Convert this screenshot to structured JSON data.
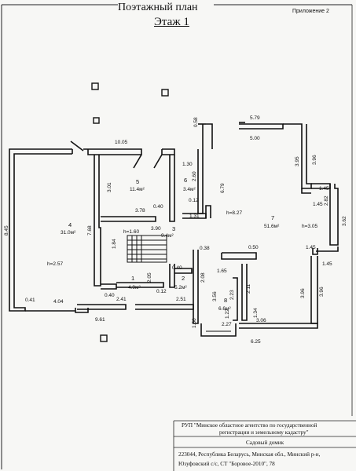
{
  "header": {
    "title": "Поэтажный план",
    "floor": "Этаж 1",
    "appendix": "Приложение 2"
  },
  "rooms": [
    {
      "num": "1",
      "area": "4.9м²"
    },
    {
      "num": "2",
      "area": "5.2м²"
    },
    {
      "num": "3",
      "area": "9.4м²"
    },
    {
      "num": "4",
      "area": "31.0м²",
      "height": "h=2.57"
    },
    {
      "num": "5",
      "area": "11.4м²"
    },
    {
      "num": "6",
      "area": "3.4м²"
    },
    {
      "num": "7",
      "area": "51.6м²",
      "height": "h=8.27"
    },
    {
      "num": "8",
      "area": "6.6м²"
    }
  ],
  "heights": {
    "stair": "h=1.60",
    "bay": "h=3.05"
  },
  "dimensions": {
    "top_left_wall": "10.05",
    "left_outer": "8.45",
    "room4_left": "7.68",
    "room4_bottom_a": "0.41",
    "room4_bottom_b": "4.04",
    "porch_top": "0.40",
    "porch_width": "9.61",
    "room5_left": "3.01",
    "room5_bottom_a": "3.78",
    "room5_bottom_b": "0.40",
    "room6_top": "1.30",
    "room6_side": "2.60",
    "room6_bottom": "1.31",
    "room6_gap": "0.12",
    "corridor_top": "0.58",
    "corridor_len": "6.79",
    "top_opening": "5.79",
    "top_opening_b": "5.00",
    "right_wing_a": "3.95",
    "right_wing_b": "3.96",
    "bay_top": "1.45",
    "bay_top_b": "1.45",
    "bay_side_a": "2.82",
    "bay_side_b": "3.62",
    "bay_bottom": "1.45",
    "bay_bottom_b": "1.45",
    "right_lower_a": "3.96",
    "right_lower_b": "3.96",
    "stair_width": "3.90",
    "stair_side": "1.84",
    "hall_bottom": "0.40",
    "room1_side": "2.05",
    "room1_bottom": "2.41",
    "room2_gap": "0.12",
    "room2_bottom": "2.51",
    "pillar_a": "0.38",
    "pillar_b": "0.50",
    "room8_left_a": "2.08",
    "room8_left_b": "3.56",
    "room8_top": "1.65",
    "room8_mid": "2.23",
    "room8_right": "2.11",
    "room8_door_a": "1.22",
    "room8_door_b": "1.34",
    "room8_bottom": "2.27",
    "bottom_right": "3.06",
    "bottom_total": "6.25",
    "bottom_left": "1.50"
  },
  "stamp": {
    "org_line1": "РУП \"Минское областное агентство по государственной",
    "org_line2": "регистрации и земельному кадастру\"",
    "object": "Садовый домик",
    "address_line1": "223044, Республика Беларусь, Минская обл., Минский р-н,",
    "address_line2": "Юзуфовский с/с, СТ \"Боровое-2010\", 78"
  }
}
